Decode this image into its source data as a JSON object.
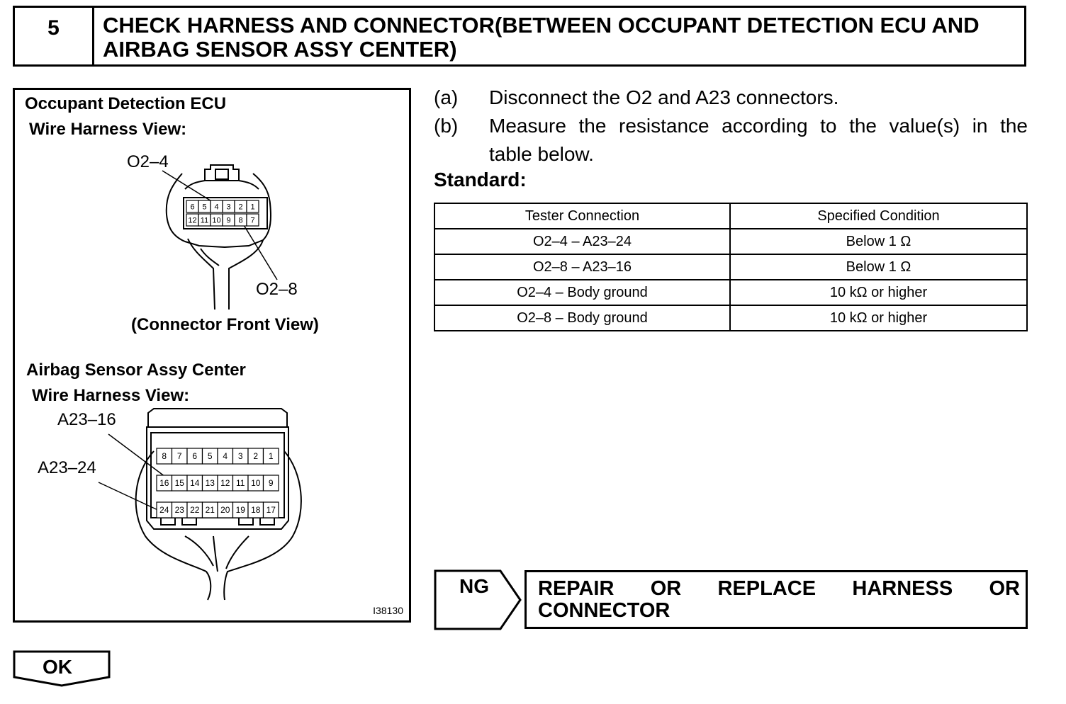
{
  "step": {
    "number": "5",
    "title": "CHECK HARNESS AND CONNECTOR(BETWEEN OCCUPANT DETECTION ECU AND AIRBAG SENSOR ASSY CENTER)"
  },
  "figure": {
    "ecu_title": "Occupant Detection ECU",
    "ecu_view": "Wire Harness View:",
    "ecu_pin_top_label": "O2–4",
    "ecu_pin_bottom_label": "O2–8",
    "ecu_caption": "(Connector Front View)",
    "ecu_pins_row1": [
      "6",
      "5",
      "4",
      "3",
      "2",
      "1"
    ],
    "ecu_pins_row2": [
      "12",
      "11",
      "10",
      "9",
      "8",
      "7"
    ],
    "airbag_title": "Airbag Sensor Assy Center",
    "airbag_view": "Wire Harness View:",
    "airbag_pin16_label": "A23–16",
    "airbag_pin24_label": "A23–24",
    "airbag_pins_row1": [
      "8",
      "7",
      "6",
      "5",
      "4",
      "3",
      "2",
      "1"
    ],
    "airbag_pins_row2": [
      "16",
      "15",
      "14",
      "13",
      "12",
      "11",
      "10",
      "9"
    ],
    "airbag_pins_row3": [
      "24",
      "23",
      "22",
      "21",
      "20",
      "19",
      "18",
      "17"
    ],
    "figure_code": "I38130"
  },
  "instructions": [
    {
      "marker": "(a)",
      "text": "Disconnect the O2 and A23 connectors."
    },
    {
      "marker": "(b)",
      "text": "Measure the resistance according to the value(s) in the",
      "text2": "table below."
    }
  ],
  "standard_label": "Standard:",
  "table": {
    "headers": [
      "Tester Connection",
      "Specified Condition"
    ],
    "rows": [
      [
        "O2–4 – A23–24",
        "Below 1 Ω"
      ],
      [
        "O2–8 – A23–16",
        "Below 1 Ω"
      ],
      [
        "O2–4 – Body ground",
        "10 kΩ or higher"
      ],
      [
        "O2–8 – Body ground",
        "10 kΩ or higher"
      ]
    ]
  },
  "ng": {
    "label": "NG",
    "action_line1": "REPAIR OR REPLACE HARNESS OR",
    "action_line2": "CONNECTOR"
  },
  "ok": {
    "label": "OK"
  }
}
